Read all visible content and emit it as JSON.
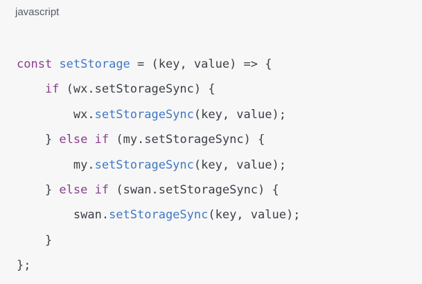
{
  "language": "javascript",
  "colors": {
    "background": "#f7f7f8",
    "keyword": "#8a3c8a",
    "function": "#3f78c2",
    "text": "#3a3f45"
  },
  "code": {
    "lines": [
      [
        {
          "t": "const",
          "k": "kw"
        },
        {
          "t": " ",
          "k": "pl"
        },
        {
          "t": "setStorage",
          "k": "fn"
        },
        {
          "t": " = (key, value) => {",
          "k": "pl"
        }
      ],
      [
        {
          "t": "    ",
          "k": "pl"
        },
        {
          "t": "if",
          "k": "kw"
        },
        {
          "t": " (wx.setStorageSync) {",
          "k": "pl"
        }
      ],
      [
        {
          "t": "        wx.",
          "k": "pl"
        },
        {
          "t": "setStorageSync",
          "k": "fn"
        },
        {
          "t": "(key, value);",
          "k": "pl"
        }
      ],
      [
        {
          "t": "    } ",
          "k": "pl"
        },
        {
          "t": "else",
          "k": "kw"
        },
        {
          "t": " ",
          "k": "pl"
        },
        {
          "t": "if",
          "k": "kw"
        },
        {
          "t": " (my.setStorageSync) {",
          "k": "pl"
        }
      ],
      [
        {
          "t": "        my.",
          "k": "pl"
        },
        {
          "t": "setStorageSync",
          "k": "fn"
        },
        {
          "t": "(key, value);",
          "k": "pl"
        }
      ],
      [
        {
          "t": "    } ",
          "k": "pl"
        },
        {
          "t": "else",
          "k": "kw"
        },
        {
          "t": " ",
          "k": "pl"
        },
        {
          "t": "if",
          "k": "kw"
        },
        {
          "t": " (swan.setStorageSync) {",
          "k": "pl"
        }
      ],
      [
        {
          "t": "        swan.",
          "k": "pl"
        },
        {
          "t": "setStorageSync",
          "k": "fn"
        },
        {
          "t": "(key, value);",
          "k": "pl"
        }
      ],
      [
        {
          "t": "    }",
          "k": "pl"
        }
      ],
      [
        {
          "t": "};",
          "k": "pl"
        }
      ]
    ]
  }
}
